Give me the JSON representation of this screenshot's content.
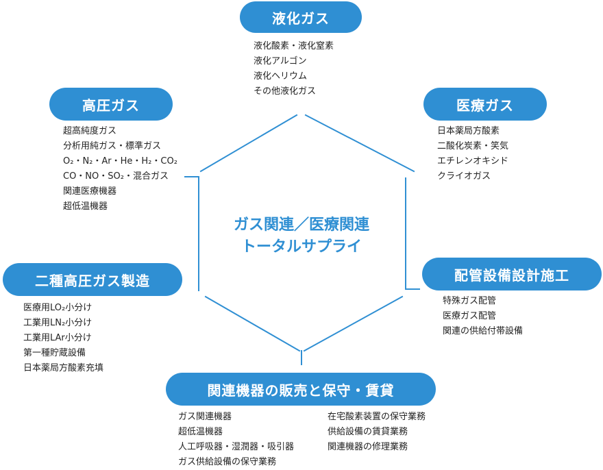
{
  "center": {
    "line1": "ガス関連／医療関連",
    "line2": "トータルサプライ"
  },
  "nodes": {
    "liquefied_gas": {
      "label": "液化ガス",
      "items": [
        "液化酸素・液化窒素",
        "液化アルゴン",
        "液化ヘリウム",
        "その他液化ガス"
      ]
    },
    "high_pressure_gas": {
      "label": "高圧ガス",
      "items": [
        "超高純度ガス",
        "分析用純ガス・標準ガス",
        "O₂・N₂・Ar・He・H₂・CO₂",
        "CO・NO・SO₂・混合ガス",
        "関連医療機器",
        "超低温機器"
      ]
    },
    "medical_gas": {
      "label": "医療ガス",
      "items": [
        "日本薬局方酸素",
        "二酸化炭素・笑気",
        "エチレンオキシド",
        "クライオガス"
      ]
    },
    "class2_production": {
      "label": "二種高圧ガス製造",
      "items": [
        "医療用LO₂小分け",
        "工業用LN₂小分け",
        "工業用LAr小分け",
        "第一種貯蔵設備",
        "日本薬局方酸素充填"
      ]
    },
    "piping": {
      "label": "配管設備設計施工",
      "items": [
        "特殊ガス配管",
        "医療ガス配管",
        "関連の供給付帯設備"
      ]
    },
    "sales": {
      "label": "関連機器の販売と保守・賃貸",
      "items_left": [
        "ガス関連機器",
        "超低温機器",
        "人工呼吸器・湿潤器・吸引器",
        "ガス供給設備の保守業務"
      ],
      "items_right": [
        "在宅酸素装置の保守業務",
        "供給設備の賃貸業務",
        "関連機器の修理業務"
      ]
    }
  },
  "colors": {
    "accent": "#2f8fd3",
    "text": "#222222"
  }
}
